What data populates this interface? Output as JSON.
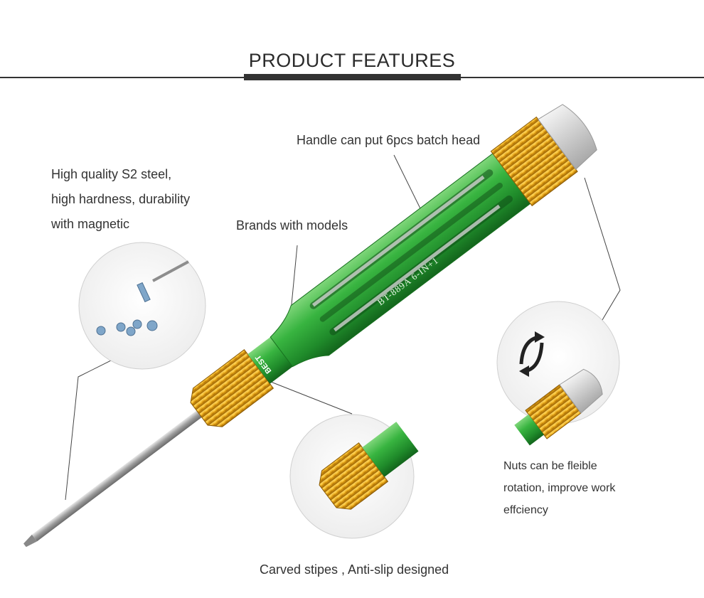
{
  "header": {
    "title": "PRODUCT FEATURES"
  },
  "callouts": {
    "steel": [
      "High quality S2 steel,",
      "high hardness, durability",
      "with magnetic"
    ],
    "handle": "Handle can put 6pcs batch head",
    "brand": "Brands with models",
    "nuts": [
      "Nuts can be fleible",
      "rotation, improve work",
      "effciency"
    ],
    "stripes": "Carved stipes , Anti-slip designed"
  },
  "product": {
    "model_marking": "BT-889A 6-IN+1",
    "logo_text": "BEST",
    "colors": {
      "handle": "#2fa33a",
      "knurl": "#e6a417",
      "shaft": "#b9b9b9",
      "cap": "#d8d8d8"
    }
  },
  "icons": {
    "rotation": "rotate-arrows-icon"
  }
}
